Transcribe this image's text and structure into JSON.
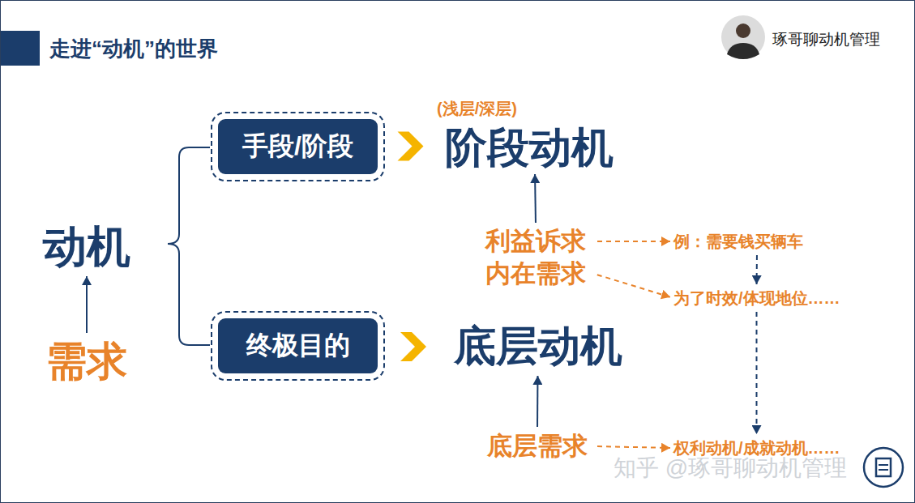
{
  "diagram": {
    "title": "走进“动机”的世界",
    "nodes": [
      {
        "text": [
          "动机"
        ]
      },
      {
        "text": [
          "需求"
        ]
      },
      {
        "text": [
          "手段/阶段"
        ]
      },
      {
        "text": [
          "终极目的"
        ]
      },
      {
        "text": [
          "(浅层/深层)",
          "阶段动机"
        ]
      },
      {
        "text": [
          "底层动机"
        ]
      },
      {
        "text": [
          "利益诉求"
        ]
      },
      {
        "text": [
          "内在需求"
        ]
      },
      {
        "text": [
          "例：需要钱买辆车"
        ]
      },
      {
        "text": [
          "为了时效/体现地位……"
        ]
      },
      {
        "text": [
          "底层需求"
        ]
      },
      {
        "text": [
          "权利动机/成就动机……"
        ]
      }
    ],
    "edges": [
      {
        "from": 1,
        "to": 0,
        "arrow": "to"
      },
      {
        "from": 2,
        "to": 4,
        "arrow": "to"
      },
      {
        "from": 3,
        "to": 5,
        "arrow": "to"
      },
      {
        "from": 6,
        "to": 4,
        "arrow": "to"
      },
      {
        "from": 10,
        "to": 5,
        "arrow": "to"
      },
      {
        "from": 6,
        "to": 8,
        "arrow": "to"
      },
      {
        "from": 7,
        "to": 9,
        "arrow": "to"
      },
      {
        "from": 8,
        "to": 9,
        "arrow": "to"
      },
      {
        "from": 9,
        "to": 11,
        "arrow": "to"
      },
      {
        "from": 10,
        "to": 11,
        "arrow": "to"
      }
    ],
    "labels": [
      "琢哥聊动机管理",
      "知乎 @琢哥聊动机管理"
    ]
  }
}
